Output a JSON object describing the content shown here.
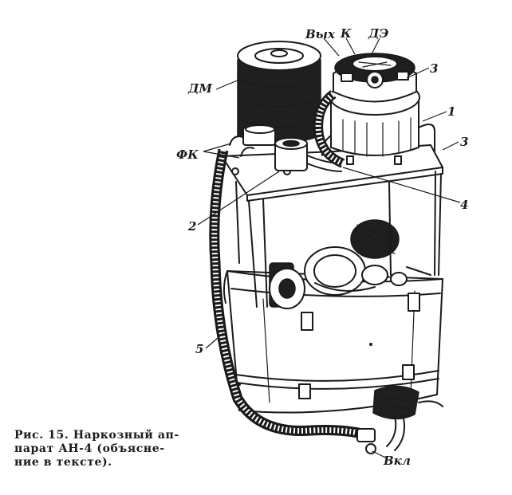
{
  "labels": {
    "dm": "ДМ",
    "vyh": "Вых",
    "k": "К",
    "dz": "ДЭ",
    "n3_top": "3",
    "n1": "1",
    "n3_right": "3",
    "fk": "ФК",
    "n4": "4",
    "n2": "2",
    "n5": "5",
    "vkl": "Вкл"
  },
  "caption": {
    "line1": "Рис. 15. Наркозный ап-",
    "line2": "парат АН-4 (объясне-",
    "line3": "ние в тексте)."
  }
}
